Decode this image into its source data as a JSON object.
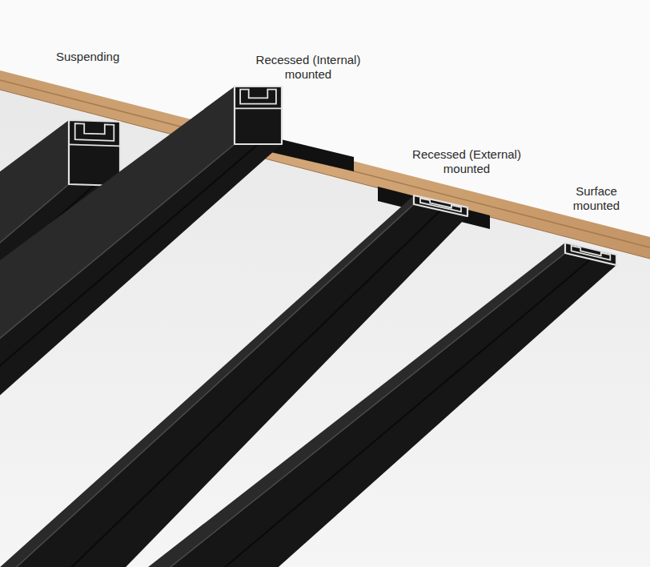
{
  "diagram": {
    "labels": [
      "Suspending",
      "Recessed (Internal) mounted",
      "Recessed (External) mounted",
      "Surface mounted"
    ]
  }
}
